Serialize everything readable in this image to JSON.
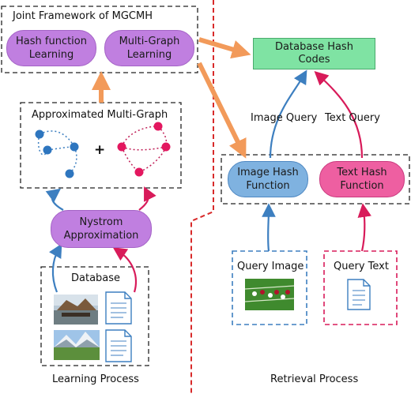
{
  "joint_framework": {
    "title": "Joint Framework of MGCMH",
    "hash_function_learning": "Hash function\nLearning",
    "multi_graph_learning": "Multi-Graph\nLearning"
  },
  "approx_multigraph": {
    "title": "Approximated Multi-Graph",
    "plus": "+"
  },
  "nystrom": {
    "label": "Nystrom\nApproximation"
  },
  "database": {
    "title": "Database"
  },
  "learning_process": "Learning Process",
  "retrieval_process": "Retrieval Process",
  "db_hash_codes": "Database Hash\nCodes",
  "image_query_label": "Image Query",
  "text_query_label": "Text Query",
  "image_hash_function": "Image Hash\nFunction",
  "text_hash_function": "Text Hash\nFunction",
  "query_image": {
    "title": "Query Image"
  },
  "query_text": {
    "title": "Query Text"
  },
  "colors": {
    "purple": "#c07fe0",
    "blue": "#7fb2e0",
    "pink": "#ee5fa1",
    "green": "#7fe3a3",
    "orange_arrow": "#f29a5a",
    "blue_arrow": "#3d7fc0",
    "red_arrow": "#d81b5a",
    "divider_red": "#d82a2a"
  }
}
